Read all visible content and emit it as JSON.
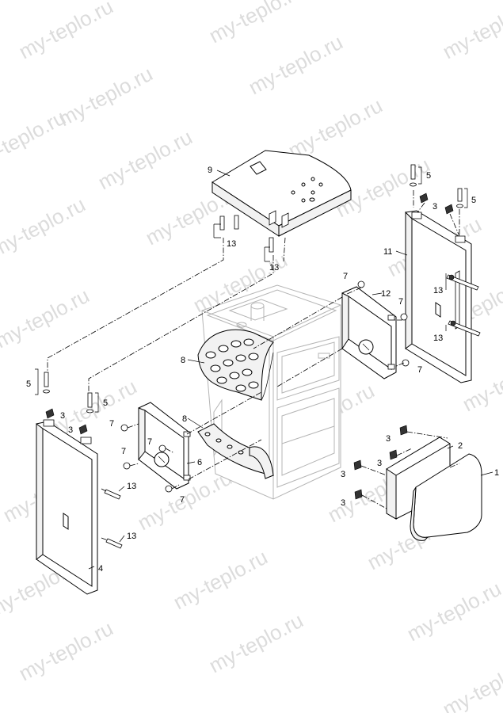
{
  "watermark": {
    "text": "my-teplo.ru",
    "color": "#dcdcdc"
  },
  "callouts": {
    "c1": "1",
    "c2": "2",
    "c3a": "3",
    "c3b": "3",
    "c3c": "3",
    "c3d": "3",
    "c3e": "3",
    "c3f": "3",
    "c3g": "3",
    "c4": "4",
    "c5a": "5",
    "c5b": "5",
    "c5c": "5",
    "c5d": "5",
    "c6": "6",
    "c7a": "7",
    "c7b": "7",
    "c7c": "7",
    "c7d": "7",
    "c7e": "7",
    "c7f": "7",
    "c7g": "7",
    "c8a": "8",
    "c8b": "8",
    "c9": "9",
    "c11": "11",
    "c12": "12",
    "c13a": "13",
    "c13b": "13",
    "c13c": "13",
    "c13d": "13",
    "c13e": "13",
    "c13f": "13"
  }
}
